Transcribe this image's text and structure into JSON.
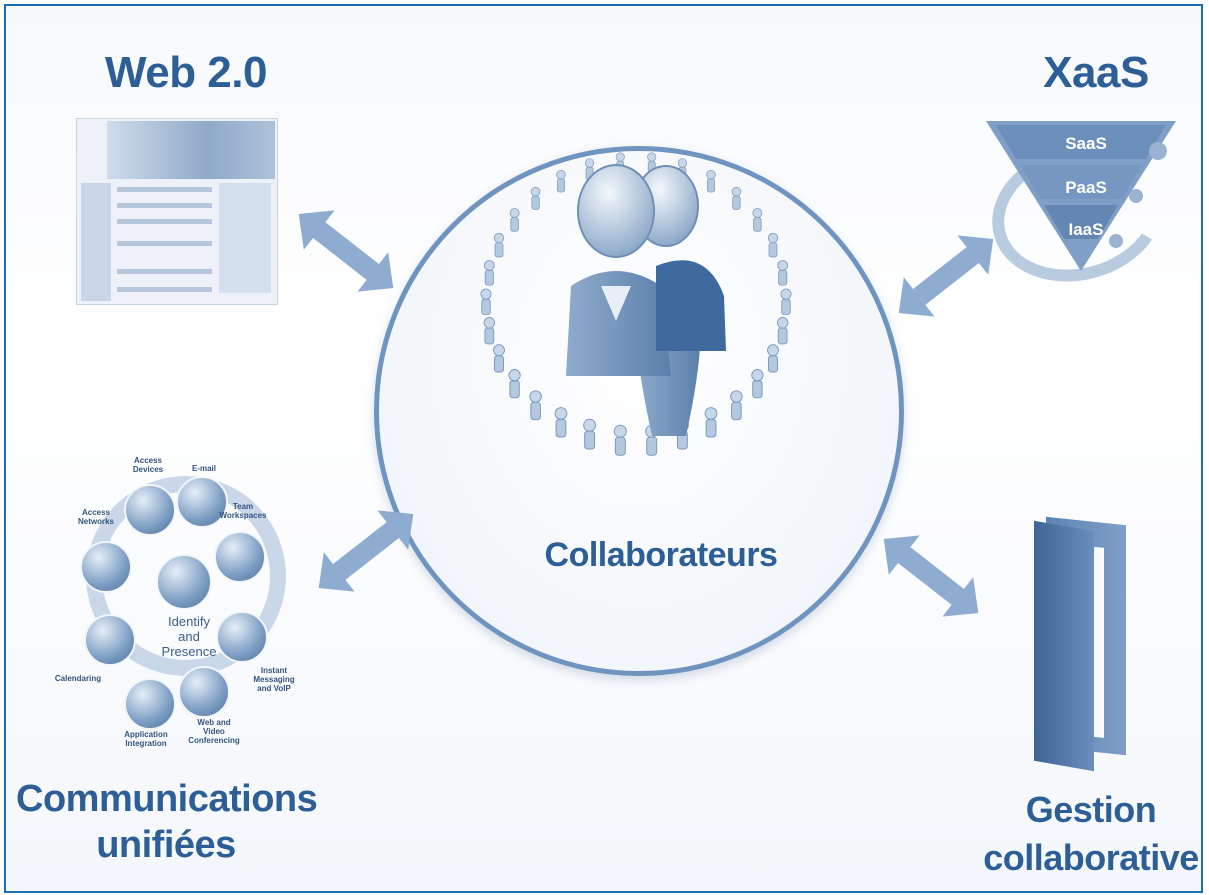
{
  "labels": {
    "web": "Web 2.0",
    "xaas": "XaaS",
    "center": "Collaborateurs",
    "comm_line1": "Communications",
    "comm_line2": "unifiées",
    "gestion_line1": "Gestion",
    "gestion_line2": "collaborative"
  },
  "xaas_tiers": [
    "SaaS",
    "PaaS",
    "IaaS"
  ],
  "comm_wheel": {
    "center_line1": "Identify",
    "center_line2": "and",
    "center_line3": "Presence",
    "nodes": [
      "Access Devices",
      "E-mail",
      "Team Workspaces",
      "Instant Messaging and VoIP",
      "Web and Video Conferencing",
      "Application Integration",
      "Calendaring",
      "Access Networks"
    ]
  },
  "colors": {
    "border": "#1e6db8",
    "label": "#2d5e95",
    "arrow": "#8eaccf",
    "ellipse": "#6f94bf"
  }
}
